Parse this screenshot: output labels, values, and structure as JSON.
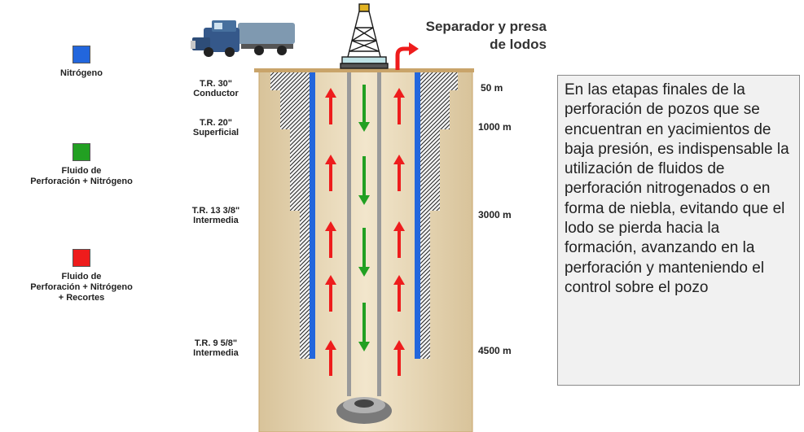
{
  "legend": [
    {
      "label": "Nitrógeno",
      "color": "#2266dd"
    },
    {
      "label": "Fluido de\nPerforación + Nitrógeno",
      "color": "#22a022"
    },
    {
      "label": "Fluido de\nPerforación + Nitrógeno\n+ Recortes",
      "color": "#ee1c1c"
    }
  ],
  "casings": [
    {
      "label": "T.R. 30\"\nConductor"
    },
    {
      "label": "T.R. 20\"\nSuperficial"
    },
    {
      "label": "T.R. 13 3/8\"\nIntermedia"
    },
    {
      "label": "T.R. 9 5/8\"\nIntermedia"
    }
  ],
  "depths": [
    "50 m",
    "1000 m",
    "3000 m",
    "4500 m"
  ],
  "separator_label": "Separador y presa\nde lodos",
  "description": "En las etapas finales de la perforación de pozos que se encuentran en yacimientos de baja presión, es indispensable la utilización de fluidos de perforación nitrogenados o en forma de niebla, evitando que el lodo se pierda hacia la formación, avanzando en la perforación y manteniendo el control sobre el pozo",
  "colors": {
    "ground": "#ecdcbc",
    "up_arrow": "#ee1c1c",
    "down_arrow": "#22a022",
    "nitrogen": "#2266dd",
    "text_box_bg": "#f1f1f1"
  },
  "icons": [
    "truck-icon",
    "drilling-rig-icon",
    "drill-bit-icon"
  ]
}
